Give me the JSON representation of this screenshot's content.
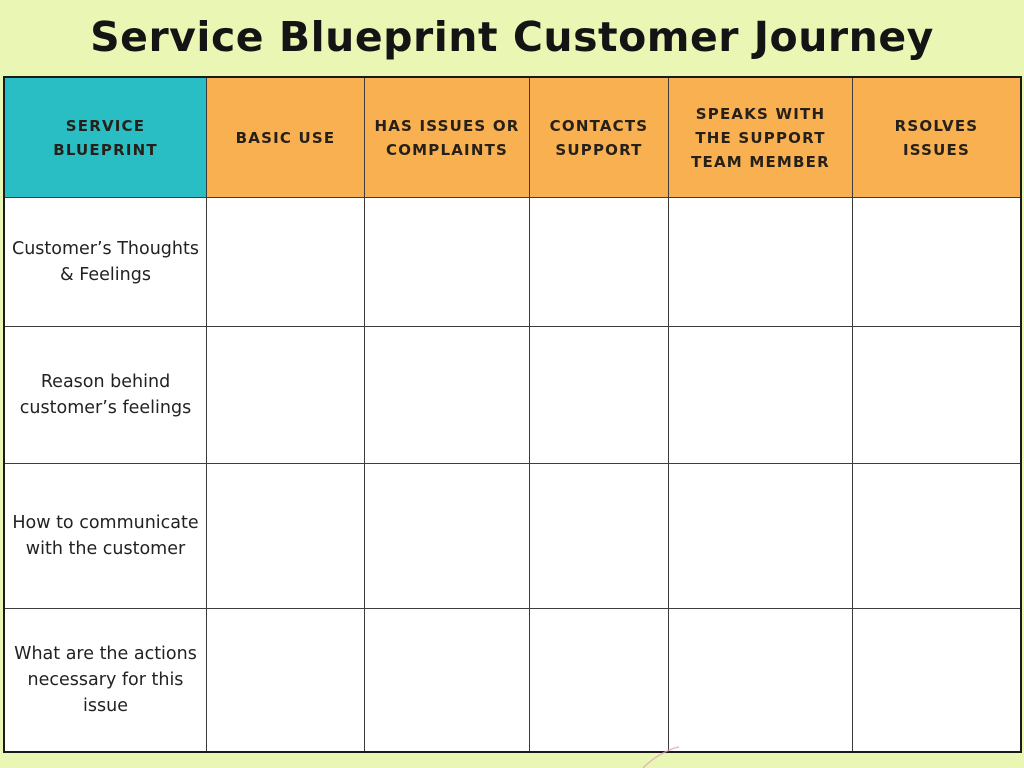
{
  "title": "Service Blueprint Customer Journey",
  "table": {
    "header": [
      {
        "label": "SERVICE BLUEPRINT",
        "bg": "#29BEC4"
      },
      {
        "label": "BASIC USE",
        "bg": "#F9B050"
      },
      {
        "label": "HAS ISSUES OR COMPLAINTS",
        "bg": "#F9B050"
      },
      {
        "label": "CONTACTS SUPPORT",
        "bg": "#F9B050"
      },
      {
        "label": "SPEAKS WITH THE SUPPORT TEAM MEMBER",
        "bg": "#F9B050"
      },
      {
        "label": "RSOLVES ISSUES",
        "bg": "#F9B050"
      }
    ],
    "rows": [
      {
        "label": "Customer’s Thoughts & Feelings"
      },
      {
        "label": "Reason behind customer’s feelings"
      },
      {
        "label": "How to communicate with the customer"
      },
      {
        "label": "What are the actions necessary for this issue"
      }
    ],
    "empty_columns_per_row": 5
  },
  "colors": {
    "background": "#EAF6B4",
    "teal": "#29BEC4",
    "orange": "#F9B050",
    "cell_background": "#FFFFFF",
    "outer_border": "#1A1A1A",
    "inner_border": "#3C3C3C",
    "text": "#222222",
    "squiggle": "#D9A7B0"
  }
}
